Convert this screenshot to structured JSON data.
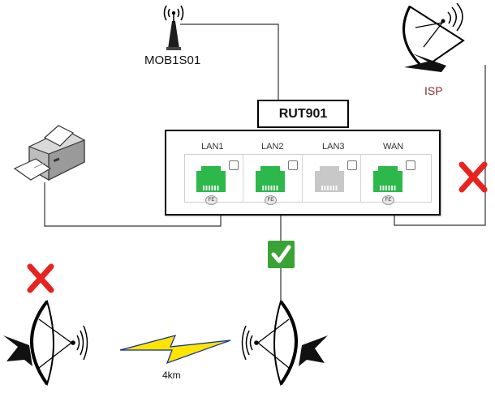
{
  "devices": {
    "mobile_device": {
      "label": "MOB1S01",
      "icon": "cell-tower-antenna-icon"
    },
    "isp": {
      "label": "ISP",
      "icon": "satellite-dish-icon"
    },
    "router": {
      "label": "RUT901"
    },
    "printer": {
      "icon": "printer-icon"
    }
  },
  "ports": [
    {
      "label": "LAN1",
      "status": "connected",
      "badge": "FE"
    },
    {
      "label": "LAN2",
      "status": "connected",
      "badge": "FE"
    },
    {
      "label": "LAN3",
      "status": "inactive",
      "badge": ""
    },
    {
      "label": "WAN",
      "status": "connected",
      "badge": "FE"
    }
  ],
  "links": {
    "wan_to_isp": {
      "status": "failed",
      "icon": "red-x-icon"
    },
    "lan2_to_antenna": {
      "status": "ok",
      "icon": "green-check-icon"
    },
    "left_antenna": {
      "status": "failed",
      "icon": "red-x-icon"
    },
    "wireless_bridge": {
      "distance": "4km",
      "icon": "lightning-bolt-icon"
    }
  },
  "colors": {
    "port_active": "#2db84b",
    "port_inactive": "#c8c8c8",
    "fail": "#e8231f",
    "ok_bg": "#3aa335",
    "isp_label": "#8b2a2a"
  }
}
